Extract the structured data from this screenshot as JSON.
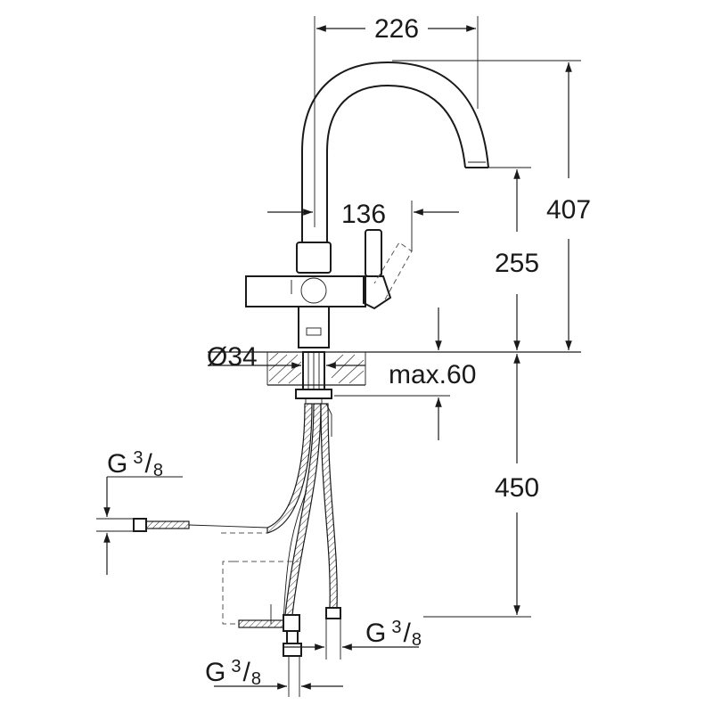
{
  "dimensions": {
    "spout_reach": "226",
    "total_height": "407",
    "handle_offset": "136",
    "spout_height": "255",
    "base_diameter": "Ø34",
    "counter_thickness": "max.60",
    "hose_length": "450"
  },
  "connections": {
    "upper_left": {
      "main": "G",
      "num": "3",
      "den": "8"
    },
    "lower_right": {
      "main": "G",
      "num": "3",
      "den": "8"
    },
    "bottom": {
      "main": "G",
      "num": "3",
      "den": "8"
    }
  }
}
